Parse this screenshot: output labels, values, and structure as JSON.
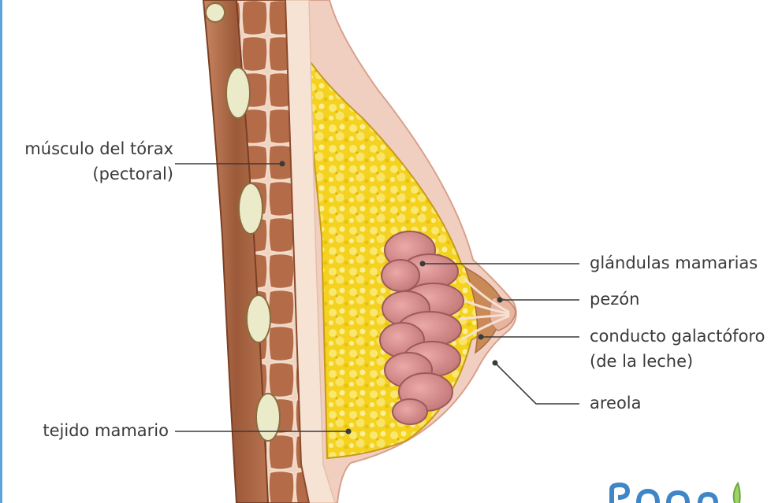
{
  "labels": {
    "pectoral_line1": "músculo del tórax",
    "pectoral_line2": "(pectoral)",
    "glandulas": "glándulas mamarias",
    "pezon": "pezón",
    "conducto_line1": "conducto galactóforo",
    "conducto_line2": "(de la leche)",
    "areola": "areola",
    "tejido": "tejido mamario"
  },
  "colors": {
    "skin": "#f1cfc0",
    "skin_edge": "#d9a08d",
    "muscle": "#9c5a3a",
    "muscle_dark": "#7a3f24",
    "fat_yellow": "#f4d21f",
    "fat_light": "#f8e66a",
    "gland_pink": "#d98e8e",
    "gland_dark": "#b86a6c",
    "leader": "#3a3a3a",
    "border_blue": "#5aa5d8"
  }
}
